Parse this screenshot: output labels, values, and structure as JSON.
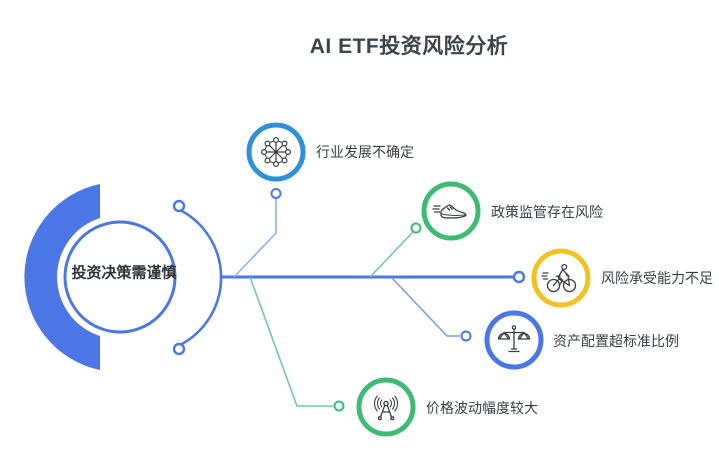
{
  "title": "AI ETF投资风险分析",
  "center": {
    "label": "投资决策需谨慎"
  },
  "nodes": [
    {
      "id": "industry",
      "label": "行业发展不确定",
      "icon": "network-icon",
      "ring_color": "#2E90D8"
    },
    {
      "id": "policy",
      "label": "政策监管存在风险",
      "icon": "running-shoe-icon",
      "ring_color": "#3DBB72"
    },
    {
      "id": "tolerance",
      "label": "风险承受能力不足",
      "icon": "cyclist-icon",
      "ring_color": "#F2C224"
    },
    {
      "id": "allocation",
      "label": "资产配置超标准比例",
      "icon": "balance-scale-icon",
      "ring_color": "#4B77E6"
    },
    {
      "id": "price",
      "label": "价格波动幅度较大",
      "icon": "antenna-icon",
      "ring_color": "#3DBB72"
    }
  ],
  "colors": {
    "primary_blue": "#4B77E6",
    "sky_blue": "#2E90D8",
    "green": "#3DBB72",
    "yellow": "#F2C224",
    "light_blue_line": "#90AFEF",
    "mid_blue_line": "#7D9BEA",
    "green_line": "#72C8A4",
    "icon": "#3A3F45",
    "text": "#3A3F45",
    "title_text": "#3E434A"
  }
}
